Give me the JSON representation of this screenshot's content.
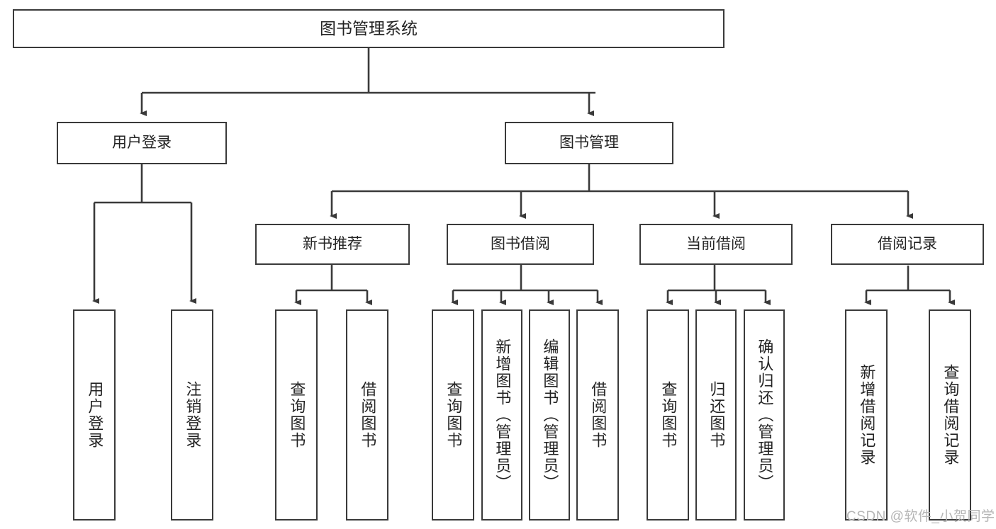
{
  "diagram": {
    "title": "图书管理系统",
    "type": "function-hierarchy-tree",
    "root": {
      "label": "图书管理系统"
    },
    "level1": [
      {
        "label": "用户登录"
      },
      {
        "label": "图书管理"
      }
    ],
    "level2": [
      {
        "label": "新书推荐"
      },
      {
        "label": "图书借阅"
      },
      {
        "label": "当前借阅"
      },
      {
        "label": "借阅记录"
      }
    ],
    "leaves": {
      "user_login": [
        {
          "label": "用户登录"
        },
        {
          "label": "注销登录"
        }
      ],
      "new_book_recommend": [
        {
          "label": "查询图书"
        },
        {
          "label": "借阅图书"
        }
      ],
      "book_borrow": [
        {
          "label": "查询图书"
        },
        {
          "label": "新增图书（管理员）"
        },
        {
          "label": "编辑图书（管理员）"
        },
        {
          "label": "借阅图书"
        }
      ],
      "current_borrow": [
        {
          "label": "查询图书"
        },
        {
          "label": "归还图书"
        },
        {
          "label": "确认归还（管理员）"
        }
      ],
      "borrow_record": [
        {
          "label": "新增借阅记录"
        },
        {
          "label": "查询借阅记录"
        }
      ]
    }
  },
  "watermark": {
    "text": "CSDN @软件_小贺同学"
  },
  "colors": {
    "stroke": "#3a3a3a",
    "text": "#232323",
    "background": "#ffffff",
    "watermark": "#b6b6b6"
  }
}
